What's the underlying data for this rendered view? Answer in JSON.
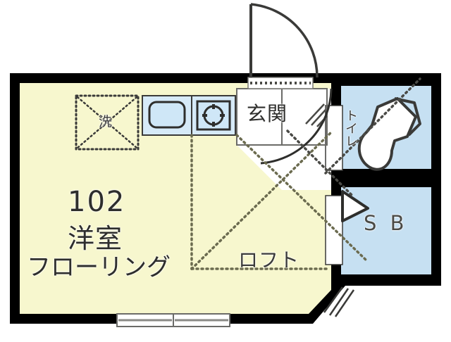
{
  "plan": {
    "kind": "apartment-floor-plan",
    "unit_number": "102",
    "room_type": "洋室",
    "flooring": "フローリング",
    "loft_label": "ロフト",
    "entrance_label": "玄関",
    "toilet_label": "トイレ",
    "storage_label": "S B",
    "washer_label": "洗",
    "colors": {
      "wall": "#000000",
      "main_room_fill": "#F7F7CE",
      "wet_room_fill": "#C6E0F2",
      "entry_fill": "#DCDCDC",
      "line": "#3a3a38",
      "white": "#FFFFFF"
    },
    "fixtures": [
      {
        "name": "sink",
        "label": ""
      },
      {
        "name": "stove",
        "label": ""
      },
      {
        "name": "toilet",
        "label": "トイレ"
      },
      {
        "name": "washer-space",
        "label": "洗"
      },
      {
        "name": "entrance-door",
        "label": ""
      },
      {
        "name": "window",
        "label": ""
      }
    ]
  }
}
